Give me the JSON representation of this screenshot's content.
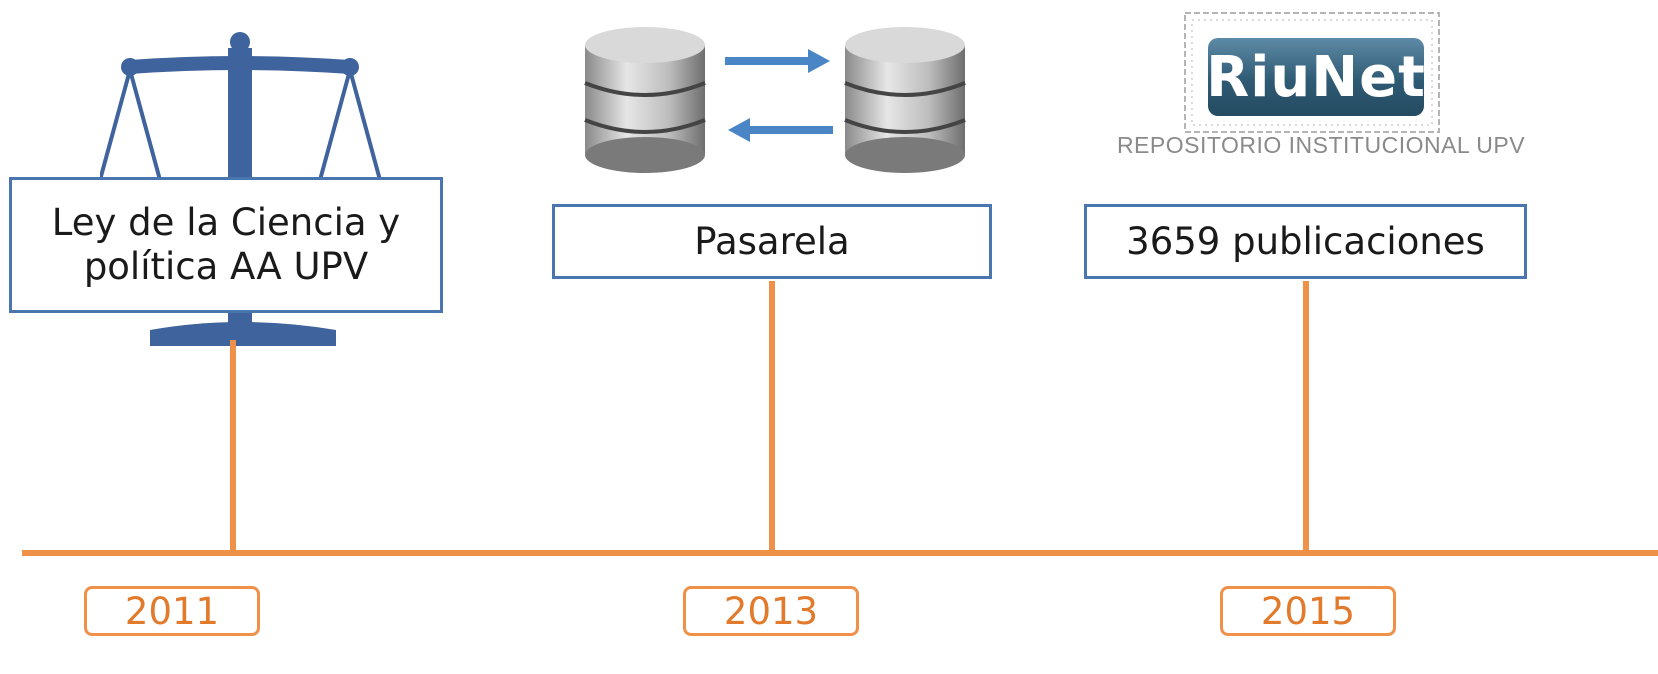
{
  "events": [
    {
      "year": "2011",
      "label_line1": "Ley de la Ciencia y",
      "label_line2": "política AA UPV",
      "icon": "scales-of-justice-icon"
    },
    {
      "year": "2013",
      "label": "Pasarela",
      "icon": "database-sync-icon"
    },
    {
      "year": "2015",
      "label": "3659 publicaciones",
      "icon": "riunet-logo"
    }
  ],
  "riunet_logo": {
    "name": "RiuNet",
    "subtitle": "REPOSITORIO INSTITUCIONAL UPV"
  },
  "colors": {
    "accent_orange": "#f0914a",
    "box_blue": "#4a76b0",
    "scales_blue": "#3f639c",
    "year_text": "#e27a2c"
  }
}
